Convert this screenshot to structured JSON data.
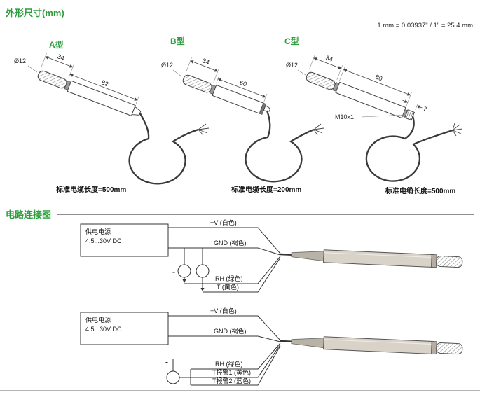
{
  "colors": {
    "accent_green": "#2f9e3f",
    "probe_body": "#d8d2c9",
    "probe_cable": "#b9b2a7"
  },
  "sections": {
    "dimensions": {
      "title": "外形尺寸(mm)",
      "unit_note": "1 mm = 0.03937\" / 1\" = 25.4 mm"
    },
    "circuit": {
      "title": "电路连接图"
    }
  },
  "probes": [
    {
      "type": "A型",
      "diameter": "Ø12",
      "cap_len": "34",
      "body_len": "82",
      "cable_note": "标准电缆长度=500mm"
    },
    {
      "type": "B型",
      "diameter": "Ø12",
      "cap_len": "34",
      "body_len": "60",
      "cable_note": "标准电缆长度=200mm"
    },
    {
      "type": "C型",
      "diameter": "Ø12",
      "cap_len": "34",
      "body_len": "80",
      "tip_len": "7",
      "thread": "M10x1",
      "cable_note": "标准电缆长度=500mm"
    }
  ],
  "circuit1": {
    "supply": [
      "供电电源",
      "4.5...30V DC"
    ],
    "labels": {
      "vplus": "+V (白色)",
      "gnd": "GND (褐色)",
      "rh": "RH (绿色)",
      "t": "T (黄色)"
    },
    "minus": "-"
  },
  "circuit2": {
    "supply": [
      "供电电源",
      "4.5...30V DC"
    ],
    "labels": {
      "vplus": "+V (白色)",
      "gnd": "GND (褐色)",
      "rh": "RH (绿色)",
      "t1": "T报警1 (黄色)",
      "t2": "T报警2 (蓝色)"
    },
    "minus": "-"
  }
}
